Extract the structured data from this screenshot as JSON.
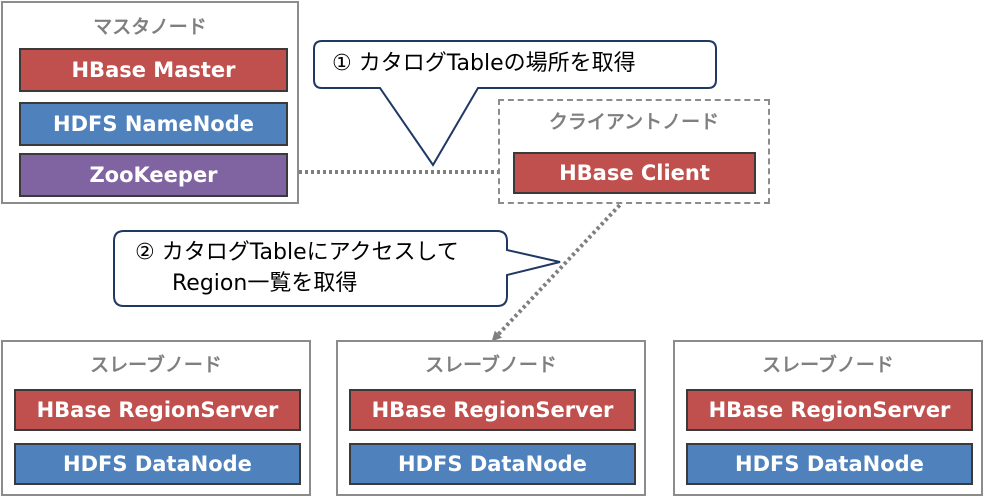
{
  "master_node": {
    "title": "マスタノード",
    "components": [
      "HBase Master",
      "HDFS NameNode",
      "ZooKeeper"
    ]
  },
  "client_node": {
    "title": "クライアントノード",
    "component": "HBase Client"
  },
  "slave_nodes": [
    {
      "title": "スレーブノード",
      "components": [
        "HBase RegionServer",
        "HDFS DataNode"
      ]
    },
    {
      "title": "スレーブノード",
      "components": [
        "HBase RegionServer",
        "HDFS DataNode"
      ]
    },
    {
      "title": "スレーブノード",
      "components": [
        "HBase RegionServer",
        "HDFS DataNode"
      ]
    }
  ],
  "callouts": [
    {
      "lines": [
        "① カタログTableの場所を取得"
      ]
    },
    {
      "lines": [
        "② カタログTableにアクセスして",
        "Region一覧を取得"
      ]
    }
  ],
  "colors": {
    "hbase": "#c0504d",
    "hdfs": "#4f81bd",
    "zookeeper": "#8064a2",
    "node_border": "#8c8c8c",
    "callout_border": "#1f3864",
    "arrow": "#7f7f7f"
  }
}
